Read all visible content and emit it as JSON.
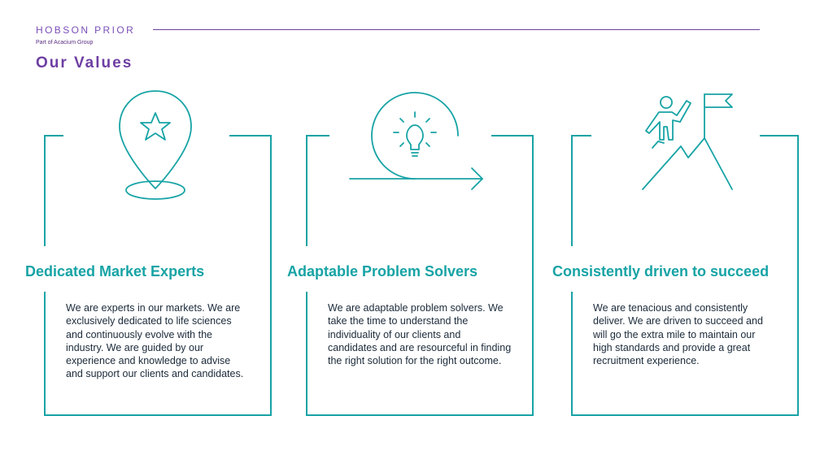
{
  "header": {
    "brand": "HOBSON PRIOR",
    "brand_subtitle": "Part of Acacium Group",
    "title": "Our Values"
  },
  "colors": {
    "teal": "#17a3a5",
    "purple": "#6e3fa3",
    "text": "#1b2a3a"
  },
  "values": [
    {
      "icon": "map-pin-star-icon",
      "title": "Dedicated Market Experts",
      "description": "We are experts in our markets. We are exclusively dedicated to life sciences and continuously evolve with the industry. We are guided by our experience and knowledge to advise and support our clients and candidates."
    },
    {
      "icon": "lightbulb-arrow-icon",
      "title": "Adaptable Problem Solvers",
      "description": "We are adaptable problem solvers. We take the time to understand the individuality of our clients and candidates and are resourceful in finding the right solution for the right outcome."
    },
    {
      "icon": "climber-flag-icon",
      "title": "Consistently driven to succeed",
      "description": "We are tenacious and consistently deliver. We are driven to succeed and will go the extra mile to maintain our high standards and provide a great recruitment experience."
    }
  ]
}
